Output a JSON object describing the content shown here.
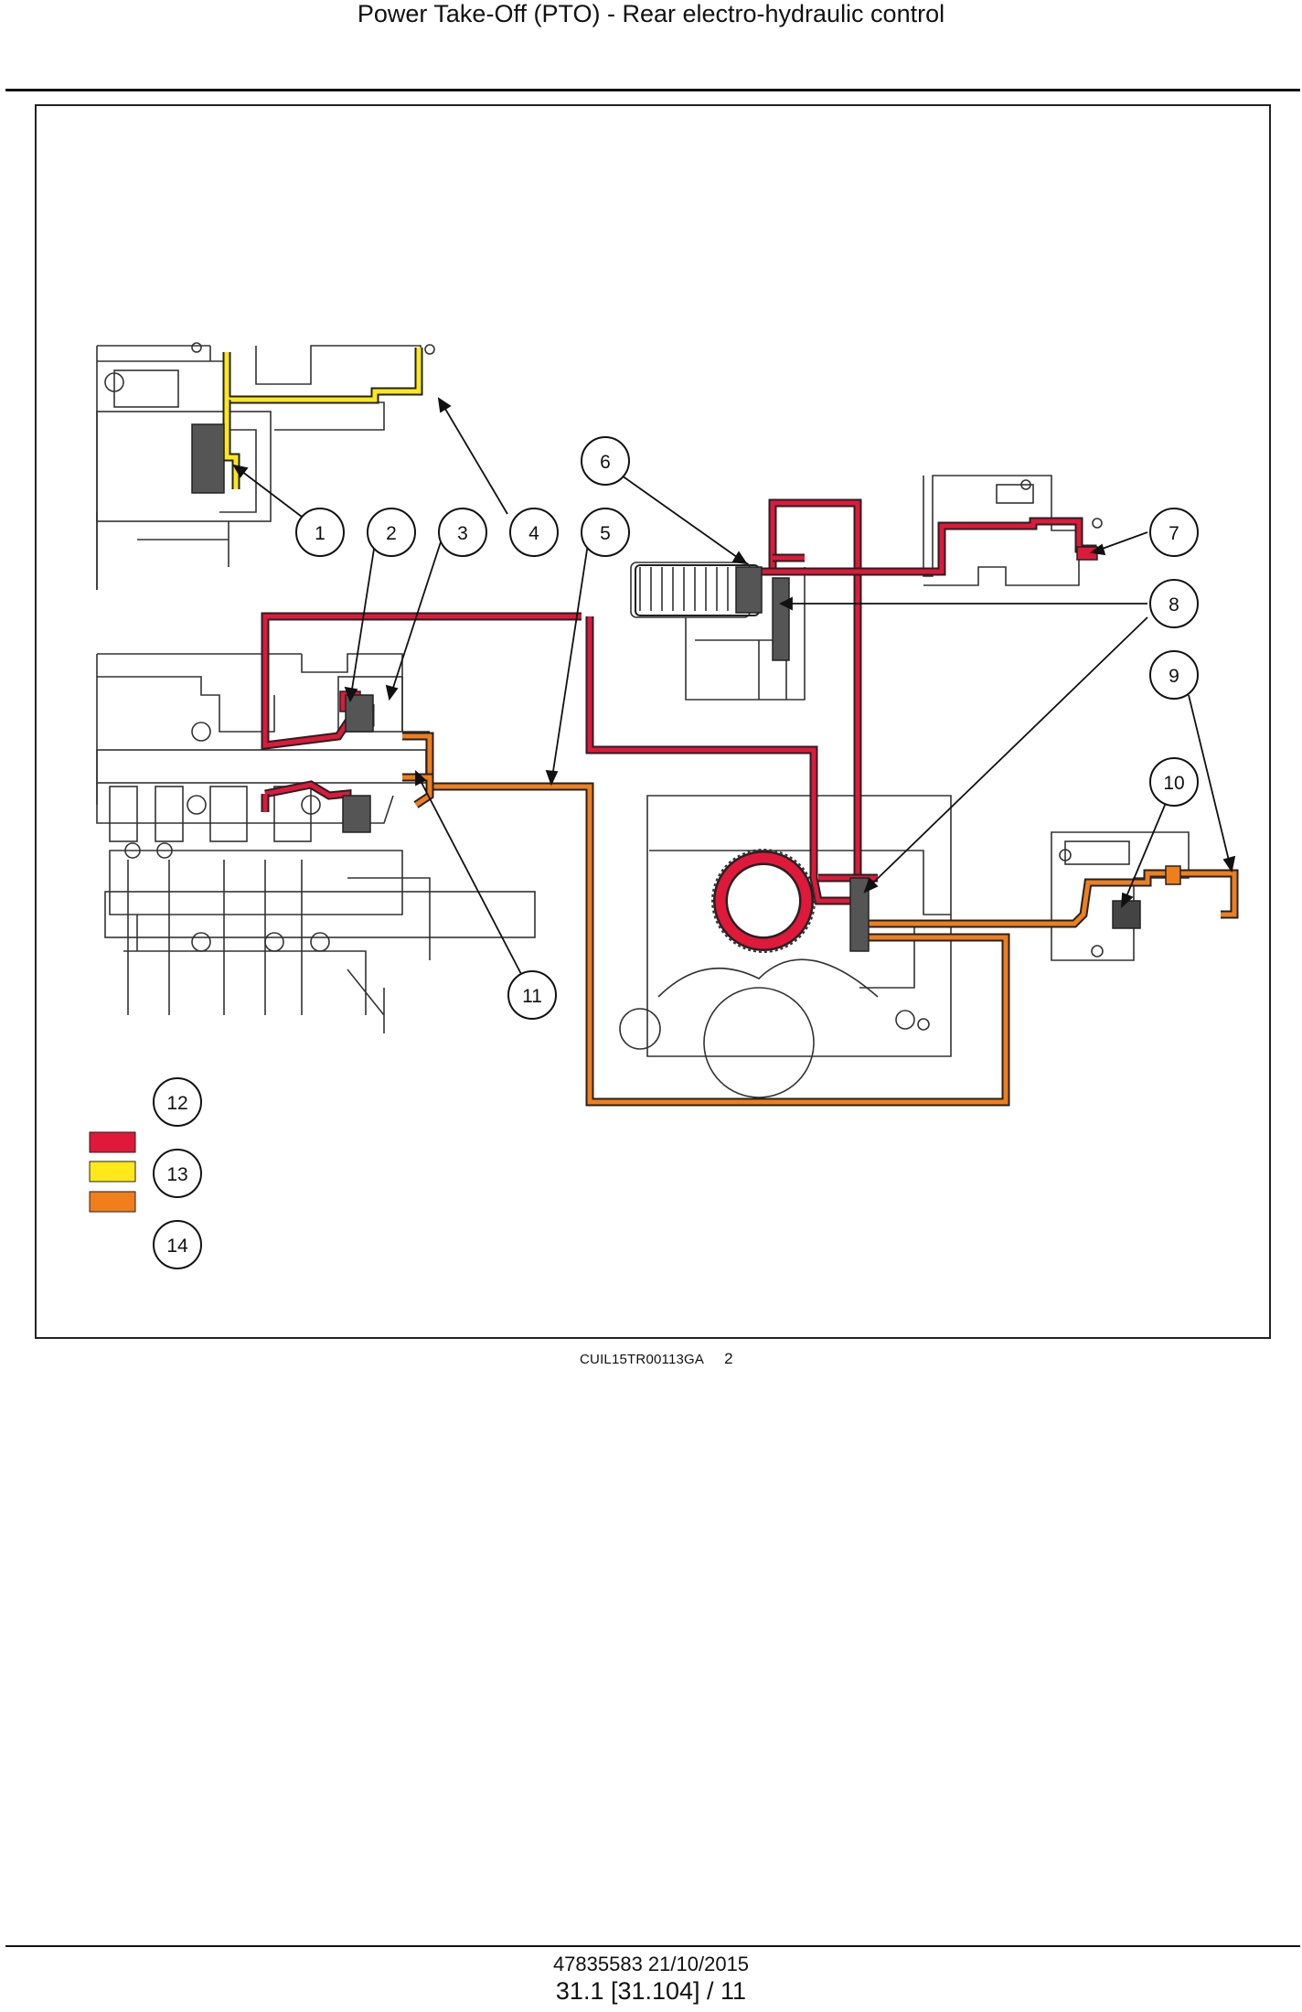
{
  "header": {
    "title": "Power Take-Off (PTO) - Rear electro-hydraulic control"
  },
  "figure": {
    "callouts": [
      "1",
      "2",
      "3",
      "4",
      "5",
      "6",
      "7",
      "8",
      "9",
      "10",
      "11",
      "12",
      "13",
      "14"
    ],
    "caption_code": "CUIL15TR00113GA",
    "figure_number": "2",
    "legend_colors": {
      "pressure": "#e0183a",
      "lubrication": "#ffe81a",
      "return": "#f07e1a"
    }
  },
  "footer": {
    "doc_ref": "47835583 21/10/2015",
    "page_ref": "31.1 [31.104] / 11"
  }
}
